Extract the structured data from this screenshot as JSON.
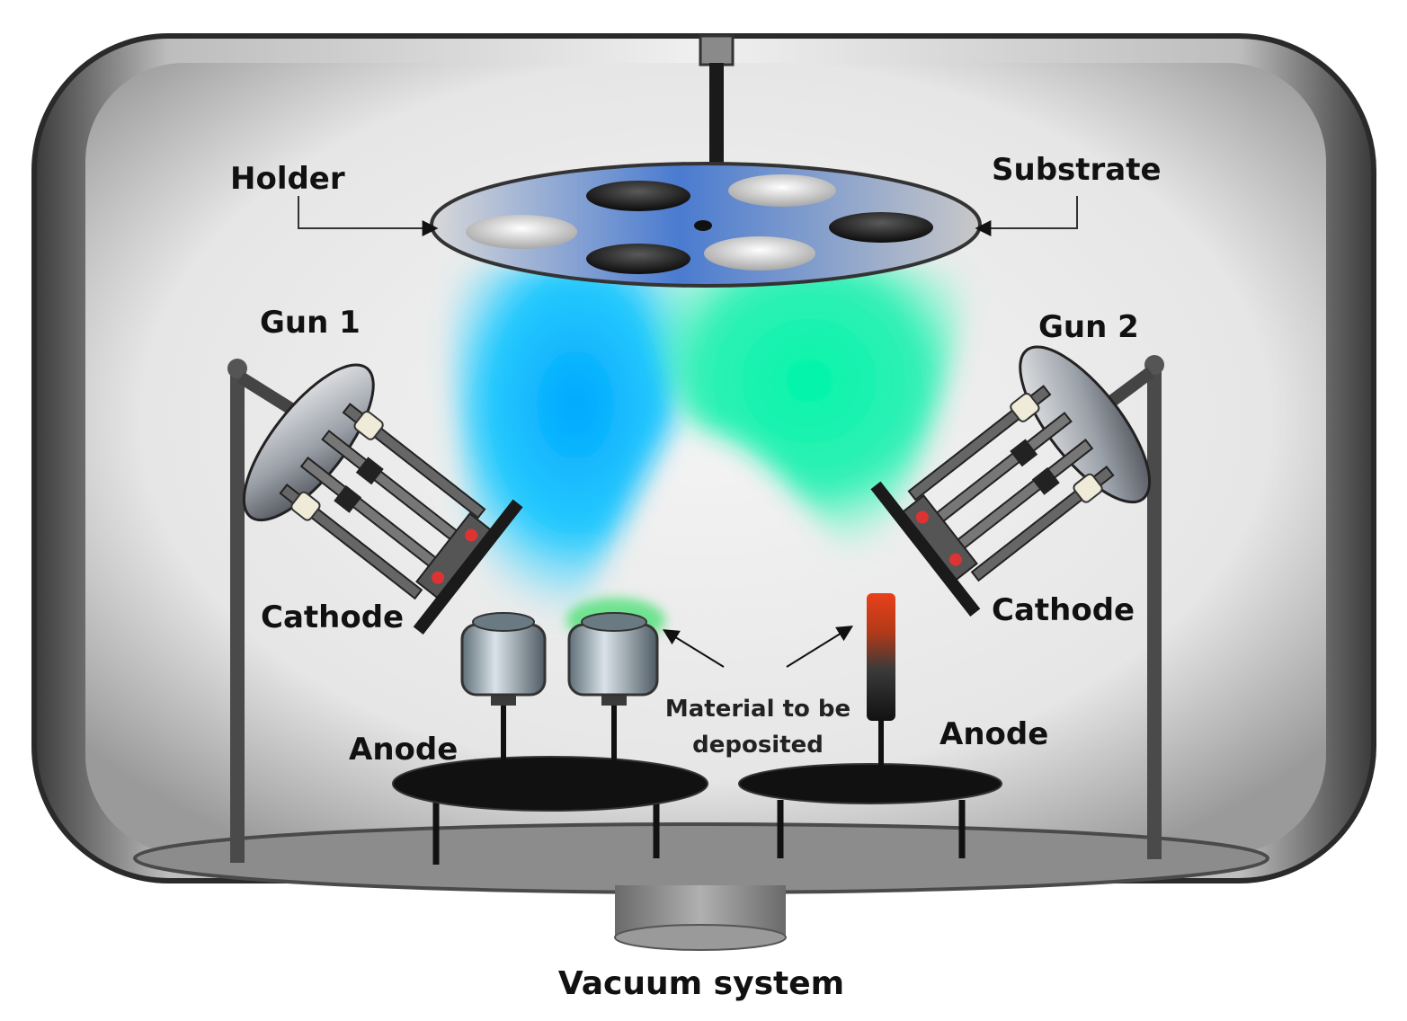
{
  "labels": {
    "holder": "Holder",
    "substrate": "Substrate",
    "gun1": "Gun 1",
    "gun2": "Gun 2",
    "cathode_left": "Cathode",
    "cathode_right": "Cathode",
    "anode_left": "Anode",
    "anode_right": "Anode",
    "material_line1": "Material to be",
    "material_line2": "deposited",
    "vacuum": "Vacuum system"
  },
  "colors": {
    "chamber": "#5a5a5a",
    "plume_left": "#00aaff",
    "plume_right": "#00f0a0",
    "target_rod": "#e8401a",
    "text": "#111111"
  }
}
